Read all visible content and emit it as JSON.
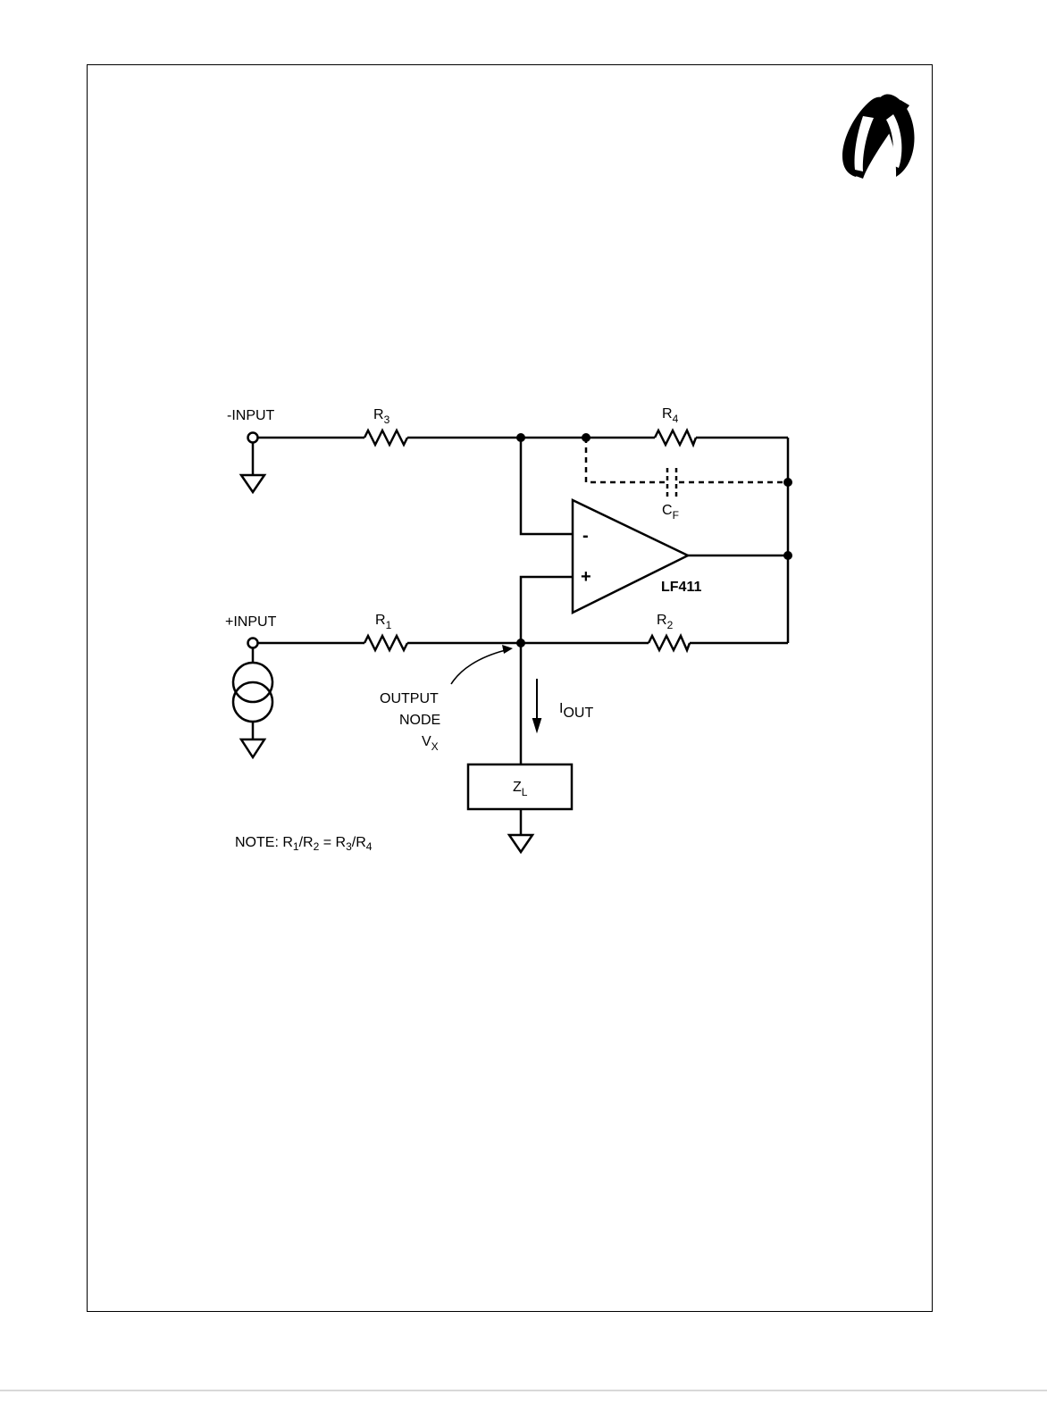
{
  "colors": {
    "ink": "#000000",
    "paper": "#ffffff"
  },
  "logo": {
    "icon": "national-semiconductor-logo-icon"
  },
  "circuit": {
    "labels": {
      "neg_input": "-INPUT",
      "pos_input": "+INPUT",
      "r3": {
        "main": "R",
        "sub": "3"
      },
      "r4": {
        "main": "R",
        "sub": "4"
      },
      "r1": {
        "main": "R",
        "sub": "1"
      },
      "r2": {
        "main": "R",
        "sub": "2"
      },
      "cf": {
        "main": "C",
        "sub": "F"
      },
      "opamp_minus": "-",
      "opamp_plus": "+",
      "opamp_name": "LF411",
      "output_node_line1": "OUTPUT",
      "output_node_line2": "NODE",
      "vx": {
        "main": "V",
        "sub": "X"
      },
      "iout": {
        "main": "I",
        "sub": "OUT"
      },
      "zl": {
        "main": "Z",
        "sub": "L"
      },
      "note": {
        "prefix": "NOTE: R",
        "s1": "1",
        "m1": "/R",
        "s2": "2",
        "m2": " = R",
        "s3": "3",
        "m3": "/R",
        "s4": "4"
      }
    }
  }
}
